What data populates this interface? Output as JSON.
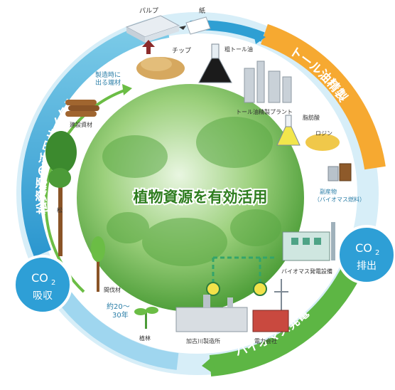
{
  "center_title": "植物資源を有効活用",
  "arcs": {
    "pine_cycle": "松資源の活用サイクル",
    "tall_oil": "トール油精製",
    "biomass_power": "バイオマス発電"
  },
  "co2": {
    "absorb_top": "CO",
    "absorb_sub": "2",
    "absorb_label": "吸収",
    "emit_top": "CO",
    "emit_sub": "2",
    "emit_label": "排出"
  },
  "labels": {
    "pulp": "パルプ",
    "paper": "紙",
    "chips": "チップ",
    "scrap": [
      "製造時に",
      "出る端材"
    ],
    "lumber": "建設資材",
    "pine": "松",
    "thinning": "間伐材",
    "years": [
      "約20～",
      "30年"
    ],
    "planting": "植林",
    "crude_tall_oil": "粗トール油",
    "tall_oil_plant": "トール油精製プラント",
    "fatty_acid": "脂肪酸",
    "rosin": "ロジン",
    "byproduct": [
      "副産物",
      "（バイオマス燃料）"
    ],
    "biomass_facility": "バイオマス発電設備",
    "kakogawa_mill": "加古川製造所",
    "power_company": "電力会社"
  },
  "colors": {
    "cycle_blue": "#3aa9d8",
    "cycle_light": "#bfe3f3",
    "cycle_green": "#6bbd45",
    "tall_oil_orange": "#f29b1d",
    "co2_circle": "#2e9fd6",
    "globe_green": "#4f9f3a",
    "title_green": "#2e7d1f"
  },
  "icons": [
    "pulp-stack-icon",
    "paper-icon",
    "wood-chips-icon",
    "lumber-icon",
    "pine-tree-icon",
    "sapling-icon",
    "flask-icon",
    "refinery-icon",
    "oil-drum-icon",
    "power-plant-icon",
    "factory-icon",
    "power-tower-icon",
    "light-bulb-icon"
  ]
}
